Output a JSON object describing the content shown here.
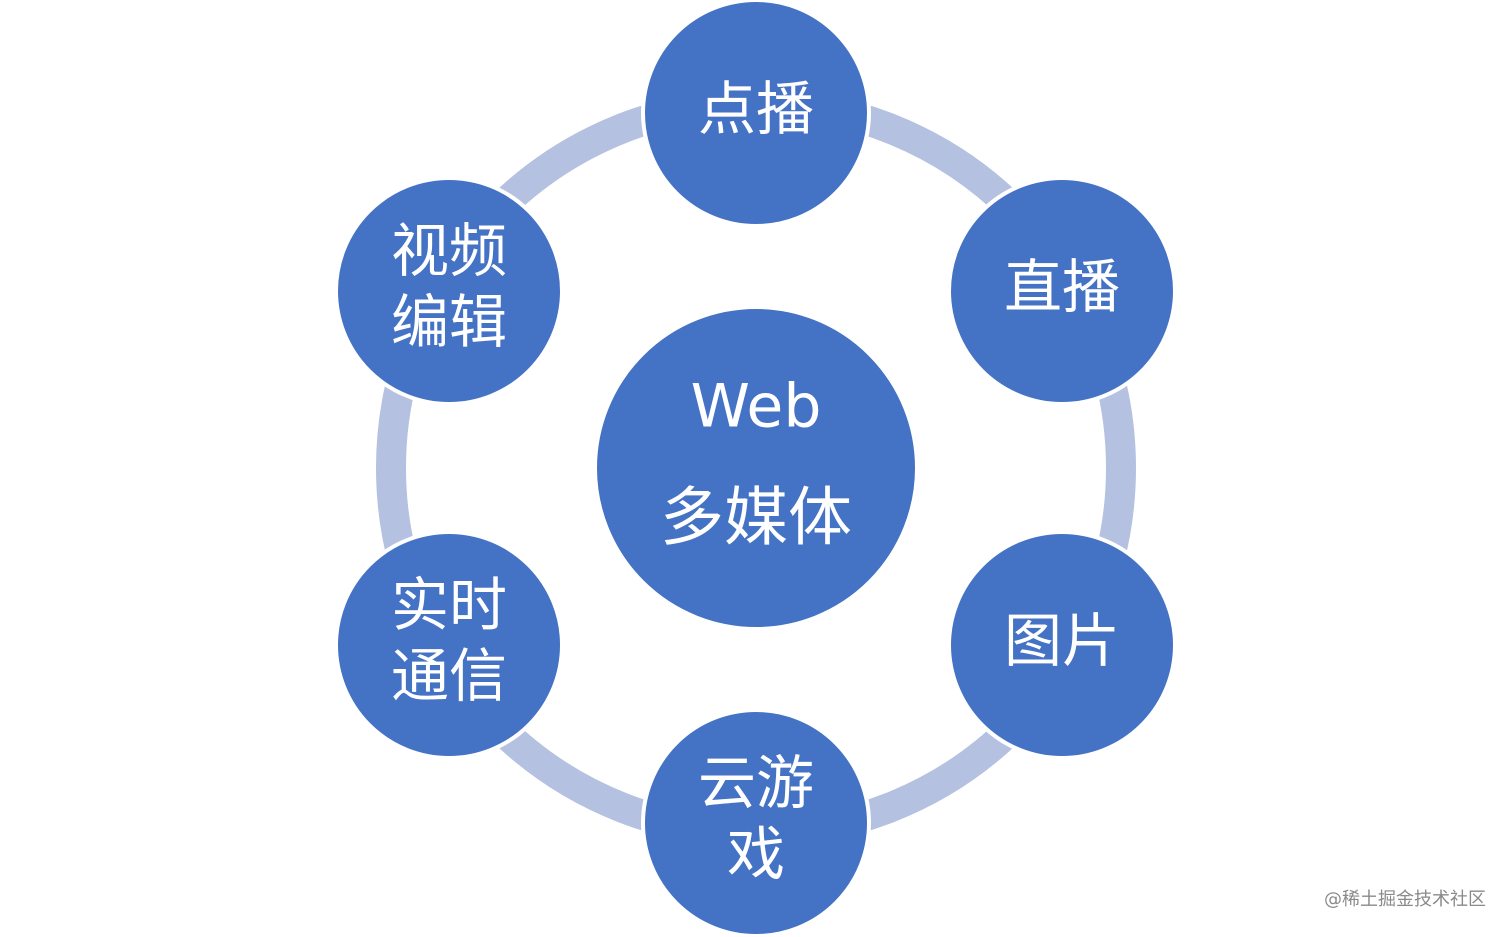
{
  "diagram": {
    "colors": {
      "node_fill": "#4472C4",
      "ring": "#B4C1E1",
      "text": "#FFFFFF"
    },
    "center": {
      "line1": "Web",
      "line2": "多媒体"
    },
    "nodes": [
      {
        "lines": [
          "点播"
        ]
      },
      {
        "lines": [
          "直播"
        ]
      },
      {
        "lines": [
          "图片"
        ]
      },
      {
        "lines": [
          "云游",
          "戏"
        ]
      },
      {
        "lines": [
          "实时",
          "通信"
        ]
      },
      {
        "lines": [
          "视频",
          "编辑"
        ]
      }
    ]
  },
  "watermark": "@稀土掘金技术社区"
}
